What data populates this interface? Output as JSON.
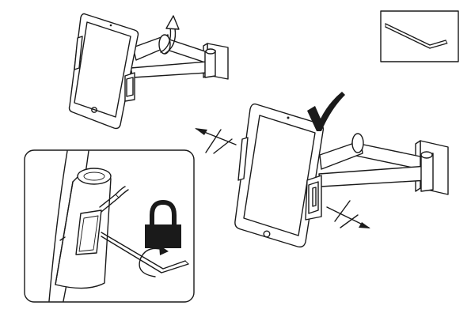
{
  "figure": {
    "panels": [
      {
        "id": "initial-position",
        "icon": "arrow-rotate-up-icon"
      },
      {
        "id": "correct-installation",
        "icon": "checkmark-icon"
      },
      {
        "id": "detail-tighten-screw",
        "icon": "padlock-locked-icon"
      },
      {
        "id": "included-tool",
        "icon": "hex-key-icon"
      }
    ],
    "colors": {
      "line": "#1a1a1a",
      "fill": "#ffffff"
    }
  }
}
